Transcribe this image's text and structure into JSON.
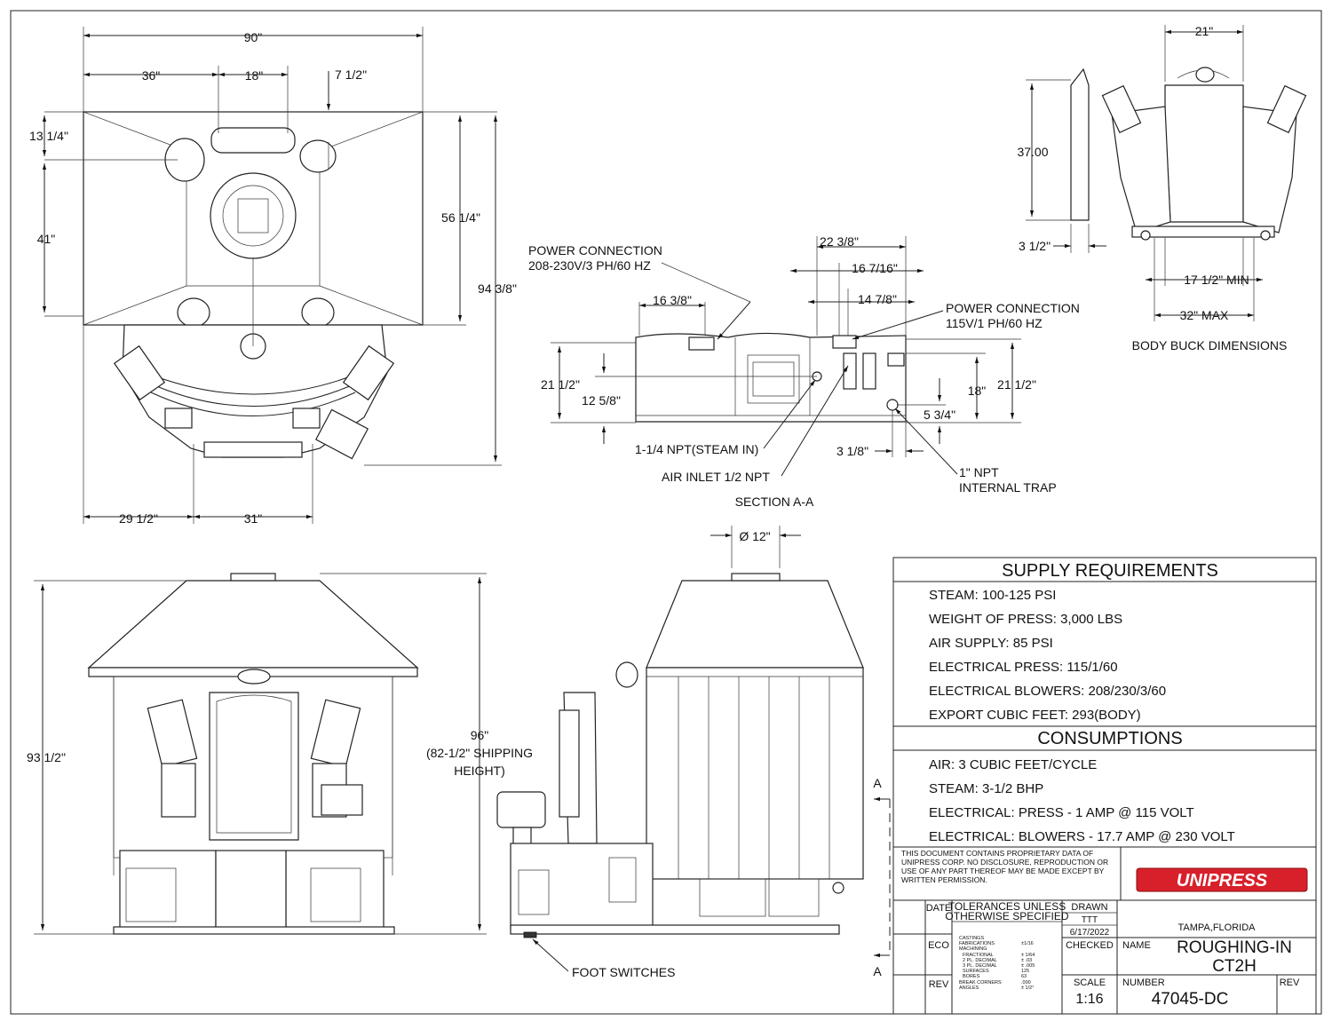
{
  "plan_view": {
    "dims": {
      "overall_width": "90\"",
      "d36": "36\"",
      "d18": "18\"",
      "d7_5": "7 1/2\"",
      "d13_25": "13 1/4\"",
      "d41": "41\"",
      "d56_25": "56 1/4\"",
      "d94_375": "94 3/8\"",
      "d29_5": "29 1/2\"",
      "d31": "31\""
    }
  },
  "section_view": {
    "power_main_l1": "POWER CONNECTION",
    "power_main_l2": "208-230V/3 PH/60 HZ",
    "power_ctrl_l1": "POWER CONNECTION",
    "power_ctrl_l2": "115V/1 PH/60 HZ",
    "dims": {
      "d16_375": "16 3/8\"",
      "d22_375": "22 3/8\"",
      "d16_4375": "16 7/16\"",
      "d14_875": "14 7/8\"",
      "d21_5_left": "21 1/2\"",
      "d12_625": "12 5/8\"",
      "d18": "18\"",
      "d21_5_right": "21 1/2\"",
      "d5_75": "5 3/4\"",
      "d3_125": "3 1/8\""
    },
    "steam_in": "1-1/4 NPT(STEAM IN)",
    "air_inlet": "AIR INLET 1/2 NPT",
    "trap_l1": "1\" NPT",
    "trap_l2": "INTERNAL TRAP",
    "title": "SECTION A-A"
  },
  "body_buck": {
    "d37": "37.00",
    "d3_5": "3 1/2\"",
    "d21": "21\"",
    "d17_5_min": "17 1/2\" MIN",
    "d32_max": "32\" MAX",
    "title": "BODY BUCK DIMENSIONS"
  },
  "front_view": {
    "d93_5": "93 1/2\"",
    "d96_l1": "96\"",
    "d96_l2": "(82-1/2\" SHIPPING",
    "d96_l3": "HEIGHT)"
  },
  "side_view": {
    "dia12": "Ø 12\"",
    "foot_switches": "FOOT SWITCHES",
    "section_a_top": "A",
    "section_a_bottom": "A"
  },
  "supply": {
    "title": "SUPPLY REQUIREMENTS",
    "items": [
      "STEAM: 100-125 PSI",
      "WEIGHT OF PRESS: 3,000 LBS",
      "AIR SUPPLY: 85 PSI",
      "ELECTRICAL PRESS: 115/1/60",
      "ELECTRICAL BLOWERS: 208/230/3/60",
      "EXPORT CUBIC FEET: 293(BODY)"
    ]
  },
  "consumptions": {
    "title": "CONSUMPTIONS",
    "items": [
      "AIR: 3 CUBIC FEET/CYCLE",
      "STEAM: 3-1/2 BHP",
      "ELECTRICAL: PRESS - 1 AMP @ 115 VOLT",
      "ELECTRICAL: BLOWERS - 17.7 AMP @ 230 VOLT"
    ]
  },
  "title_block": {
    "notice": [
      "THIS DOCUMENT CONTAINS PROPRIETARY DATA OF",
      "UNIPRESS CORP. NO DISCLOSURE, REPRODUCTION OR",
      "USE OF ANY PART THEREOF MAY BE MADE EXCEPT BY",
      "WRITTEN PERMISSION."
    ],
    "logo_text": "UNIPRESS",
    "brand_color": "#d8202a",
    "date_label": "DATE",
    "tolerance_l1": "TOLERANCES UNLESS",
    "tolerance_l2": "OTHERWISE SPECIFIED",
    "tolerance_rows": [
      [
        "CASTINGS",
        ""
      ],
      [
        "FABRICATIONS",
        "±1/16"
      ],
      [
        "MACHINING",
        ""
      ],
      [
        "FRACTIONAL",
        "± 1/64"
      ],
      [
        "2 PL. DECIMAL",
        "± .03"
      ],
      [
        "3 PL. DECIMAL",
        "± .005"
      ],
      [
        "SURFACES",
        "125"
      ],
      [
        "BORES",
        "63"
      ],
      [
        "BREAK CORNERS",
        ".000"
      ],
      [
        "ANGLES",
        "± 1/2°"
      ]
    ],
    "eco_label": "ECO",
    "rev_label": "REV",
    "drawn_label": "DRAWN",
    "drawn_by": "TTT",
    "drawn_date": "6/17/2022",
    "checked_label": "CHECKED",
    "location": "TAMPA,FLORIDA",
    "name_label": "NAME",
    "name_l1": "ROUGHING-IN",
    "name_l2": "CT2H",
    "scale_label": "SCALE",
    "scale": "1:16",
    "number_label": "NUMBER",
    "number": "47045-DC",
    "rev_col_label": "REV"
  }
}
